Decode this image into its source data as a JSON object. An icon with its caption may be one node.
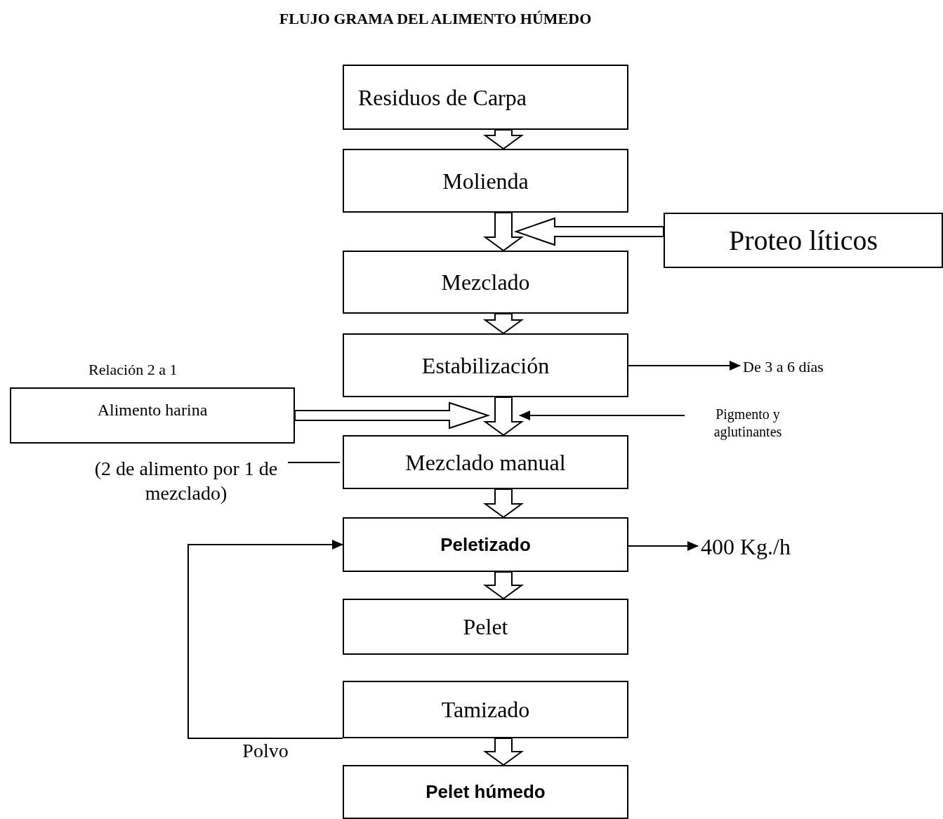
{
  "diagram": {
    "title": "FLUJO GRAMA DEL ALIMENTO HÚMEDO",
    "nodes": [
      {
        "text": [
          "Residuos de Carpa"
        ]
      },
      {
        "text": [
          "Molienda"
        ]
      },
      {
        "text": [
          "Proteo líticos"
        ]
      },
      {
        "text": [
          "Mezclado"
        ]
      },
      {
        "text": [
          "Estabilización"
        ]
      },
      {
        "text": [
          "De 3 a 6 días"
        ]
      },
      {
        "text": [
          "Alimento harina"
        ],
        "beside": [
          "Relación 2 a 1"
        ]
      },
      {
        "text": [
          "Pigmento y aglutinantes"
        ]
      },
      {
        "text": [
          "Mezclado manual"
        ]
      },
      {
        "text": [
          "(2 de alimento por 1 de mezclado)"
        ]
      },
      {
        "text": [
          "Peletizado"
        ]
      },
      {
        "text": [
          "400 Kg./h"
        ]
      },
      {
        "text": [
          "Pelet"
        ]
      },
      {
        "text": [
          "Tamizado"
        ]
      },
      {
        "text": [
          "Pelet húmedo"
        ]
      }
    ],
    "edges": [
      {
        "from": 0,
        "to": 1,
        "arrow": "to",
        "style": "thick"
      },
      {
        "from": 1,
        "to": 3,
        "arrow": "to",
        "style": "thick"
      },
      {
        "from": 2,
        "to": 3,
        "arrow": "to",
        "style": "thick"
      },
      {
        "from": 3,
        "to": 4,
        "arrow": "to",
        "style": "thick"
      },
      {
        "from": 4,
        "to": 5,
        "arrow": "to"
      },
      {
        "from": 4,
        "to": 8,
        "arrow": "to",
        "style": "thick"
      },
      {
        "from": 6,
        "to": 8,
        "arrow": "to",
        "style": "thick"
      },
      {
        "from": 7,
        "to": 8,
        "arrow": "to"
      },
      {
        "from": 9,
        "to": 8,
        "arrow": "none"
      },
      {
        "from": 8,
        "to": 10,
        "arrow": "to",
        "style": "thick"
      },
      {
        "from": 10,
        "to": 11,
        "arrow": "to"
      },
      {
        "from": 10,
        "to": 12,
        "arrow": "to",
        "style": "thick"
      },
      {
        "from": 13,
        "to": 10,
        "arrow": "to",
        "label": "Polvo"
      },
      {
        "from": 13,
        "to": 14,
        "arrow": "to",
        "style": "thick"
      }
    ]
  }
}
